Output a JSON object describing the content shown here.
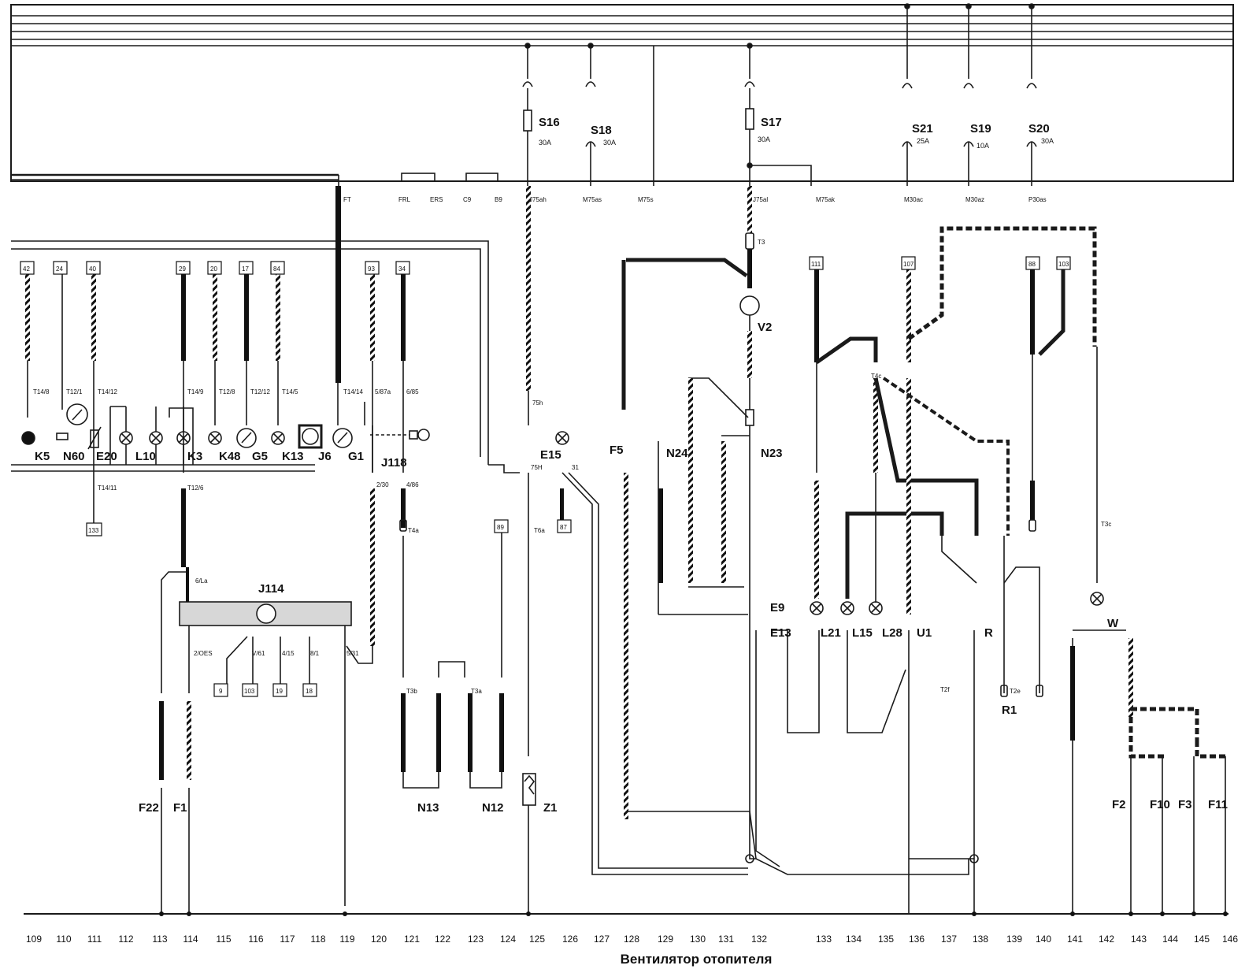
{
  "title": "Вентилятор отопителя",
  "fuses": [
    {
      "label": "S16",
      "rating": "30A"
    },
    {
      "label": "S18",
      "rating": "30A"
    },
    {
      "label": "S17",
      "rating": "30A"
    },
    {
      "label": "S21",
      "rating": "25A"
    },
    {
      "label": "S19",
      "rating": "10A"
    },
    {
      "label": "S20",
      "rating": "30A"
    }
  ],
  "panel_terminals": [
    "FT",
    "FRL",
    "ERS",
    "C9",
    "B9",
    "J75ah",
    "M75as",
    "M75s",
    "J75al",
    "M75ak",
    "M30ac",
    "M30az",
    "P30as"
  ],
  "wire_refs": [
    "42",
    "24",
    "40",
    "29",
    "20",
    "17",
    "84",
    "93",
    "34",
    "111",
    "107",
    "88",
    "103",
    "133",
    "87",
    "89",
    "9",
    "103",
    "19",
    "18"
  ],
  "connector_labels": [
    "T14/8",
    "T12/1",
    "T14/12",
    "T14/9",
    "T12/8",
    "T12/12",
    "T14/5",
    "T14/14",
    "5/87a",
    "6/85",
    "T14/11",
    "T12/6",
    "2/30",
    "4/86",
    "75h",
    "75H",
    "31",
    "T4a",
    "T6a",
    "T3",
    "T4c",
    "T2f",
    "T3c",
    "T3b",
    "T3a",
    "T2e",
    "6/La",
    "2/OES",
    "V/61",
    "4/15",
    "8/1",
    "5/31"
  ],
  "components": [
    "K5",
    "N60",
    "E20",
    "L10",
    "K3",
    "K48",
    "G5",
    "K13",
    "J6",
    "G1",
    "J118",
    "E15",
    "F5",
    "N24",
    "N23",
    "V2",
    "E9",
    "E13",
    "L21",
    "L15",
    "L28",
    "U1",
    "R",
    "R1",
    "W",
    "J114",
    "F22",
    "F1",
    "N13",
    "N12",
    "Z1",
    "F2",
    "F10",
    "F3",
    "F11"
  ],
  "grid_numbers": [
    "109",
    "110",
    "111",
    "112",
    "113",
    "114",
    "115",
    "116",
    "117",
    "118",
    "119",
    "120",
    "121",
    "122",
    "123",
    "124",
    "125",
    "126",
    "127",
    "128",
    "129",
    "130",
    "131",
    "132",
    "133",
    "134",
    "135",
    "136",
    "137",
    "138",
    "139",
    "140",
    "141",
    "142",
    "143",
    "144",
    "145",
    "146"
  ],
  "colors": {
    "line": "#1a1a1a",
    "relay_box": "#d7d7d7",
    "background": "#ffffff"
  }
}
